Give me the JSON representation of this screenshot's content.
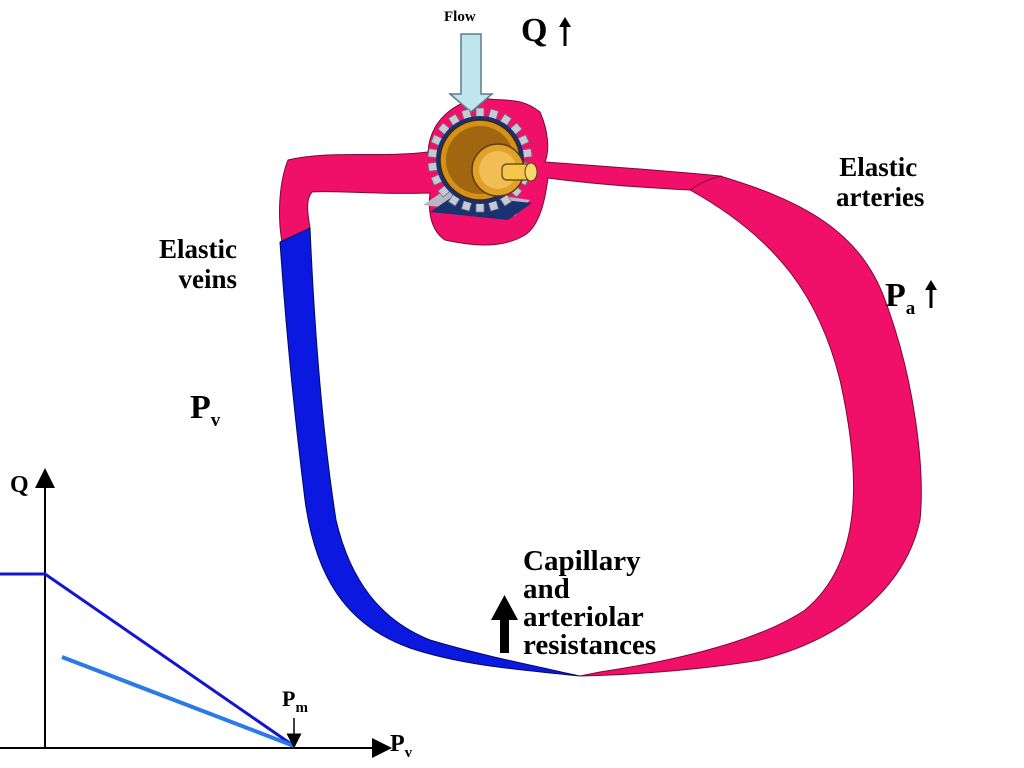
{
  "labels": {
    "flow": "Flow",
    "q_top": "Q",
    "elastic_arteries": [
      "Elastic",
      "arteries"
    ],
    "elastic_veins": [
      "Elastic",
      "veins"
    ],
    "pa_main": "P",
    "pa_sub": "a",
    "pv_main": "P",
    "pv_sub": "v",
    "capillary": [
      "Capillary",
      "and",
      "arteriolar",
      "resistances"
    ]
  },
  "graph": {
    "y_label": "Q",
    "x_label_main": "P",
    "x_label_sub": "v",
    "pm_main": "P",
    "pm_sub": "m"
  },
  "colors": {
    "arteries": "#f0106a",
    "veins": "#0a18e0",
    "flow_arrow": "#bfe6ee",
    "curve_dark": "#1515d0",
    "curve_light": "#2a7ae8"
  },
  "icons": [
    "pump-icon",
    "flow-arrow-icon",
    "up-arrow-icon"
  ]
}
